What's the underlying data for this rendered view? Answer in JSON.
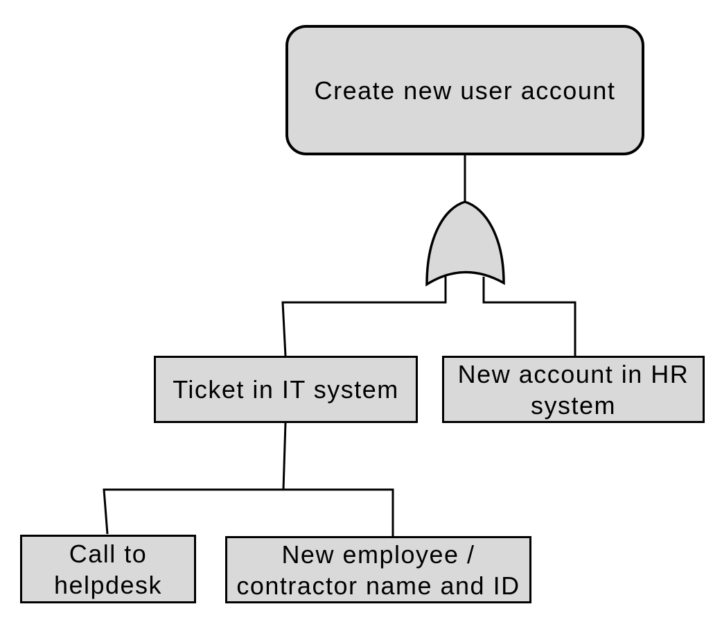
{
  "diagram": {
    "type": "fault-tree",
    "gate": {
      "type": "OR"
    },
    "colors": {
      "node_fill": "#d9d9d9",
      "node_stroke": "#000000",
      "wire": "#000000",
      "background": "#ffffff"
    },
    "nodes": {
      "root": {
        "lines": [
          "Create new user account"
        ]
      },
      "ticket": {
        "lines": [
          "Ticket in IT system"
        ]
      },
      "hr": {
        "lines": [
          "New account in HR",
          "system"
        ]
      },
      "helpdesk": {
        "lines": [
          "Call to",
          "helpdesk"
        ]
      },
      "employee": {
        "lines": [
          "New employee /",
          "contractor name and ID"
        ]
      }
    },
    "edges": [
      {
        "from": "root",
        "to": "or-gate"
      },
      {
        "from": "or-gate",
        "to": "ticket"
      },
      {
        "from": "or-gate",
        "to": "hr"
      },
      {
        "from": "ticket",
        "to": "helpdesk"
      },
      {
        "from": "ticket",
        "to": "employee"
      }
    ]
  }
}
